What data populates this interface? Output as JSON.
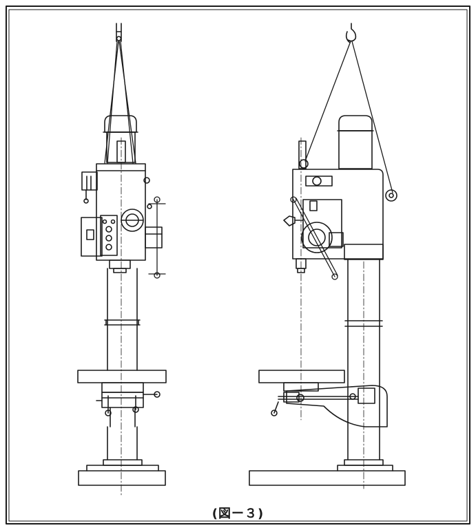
{
  "figure": {
    "caption": "(図ー３)",
    "ink_color": "#1a1a1a",
    "background": "#ffffff"
  },
  "views": [
    {
      "name": "front-view",
      "depicts": "drill-press"
    },
    {
      "name": "side-view",
      "depicts": "drill-press"
    }
  ]
}
